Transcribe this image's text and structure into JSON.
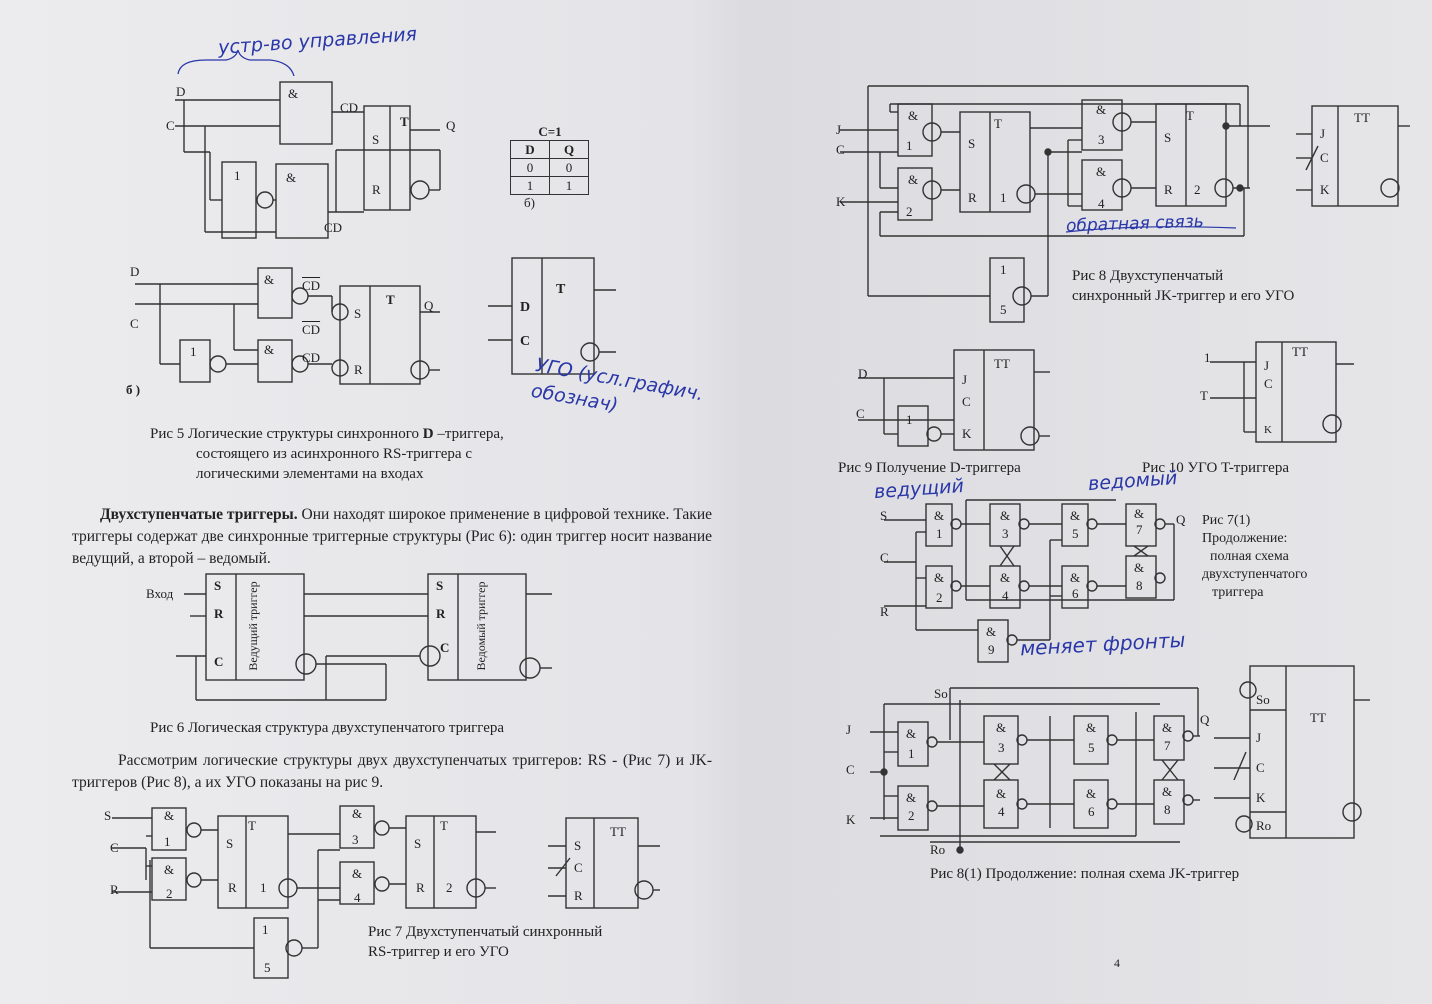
{
  "left": {
    "fig5a": {
      "labels": {
        "d": "D",
        "c": "C",
        "cd_top": "CD",
        "cd_bot": "CD",
        "s": "S",
        "r": "R",
        "t": "T",
        "q": "Q",
        "and1": "&",
        "and2": "&",
        "not1": "1"
      }
    },
    "truth_table": {
      "title": "C=1",
      "headers": [
        "D",
        "Q"
      ],
      "rows": [
        [
          "0",
          "0"
        ],
        [
          "1",
          "1"
        ]
      ],
      "sublabel": "б)"
    },
    "fig5b": {
      "labels": {
        "d": "D",
        "c": "C",
        "cd_top": "CD",
        "cd_mid": "CD",
        "cd_bot": "CD",
        "s": "S",
        "r": "R",
        "t": "T",
        "q": "Q",
        "and1": "&",
        "and2": "&",
        "not1": "1",
        "sublabel": "б )"
      }
    },
    "ugo_d": {
      "d": "D",
      "c": "C",
      "t": "T"
    },
    "hand_top": "устр-во управления",
    "hand_ugo": "УГО (усл.графич. обознач)",
    "fig5_caption_prefix": "Рис 5 Логические структуры синхронного ",
    "fig5_caption_bold": "D",
    "fig5_caption_rest": " –триггера,",
    "fig5_caption_line2": "состоящего из асинхронного RS-триггера с",
    "fig5_caption_line3": "логическими элементами на входах",
    "para1_bold": "Двухступенчатые триггеры.",
    "para1_rest": " Они находят широкое применение в цифровой технике. Такие триггеры содержат две синхронные триггерные структуры (Рис 6): один триггер носит название ведущий, а второй – ведомый.",
    "fig6": {
      "input": "Вход",
      "s1": "S",
      "r1": "R",
      "c1": "C",
      "master": "Ведущий триггер",
      "s2": "S",
      "r2": "R",
      "c2": "C",
      "slave": "Ведомый триггер"
    },
    "fig6_caption": "Рис 6  Логическая структура двухступенчатого триггера",
    "para2": "Рассмотрим логические структуры двух двухступенчатых триггеров: RS -  (Рис 7) и  JK-триггеров (Рис 8), а их УГО показаны на  рис 9.",
    "fig7": {
      "s": "S",
      "c": "C",
      "r": "R",
      "g1": "1",
      "g2": "2",
      "g3": "3",
      "g4": "4",
      "g5": "5",
      "t1": "T",
      "t2": "T",
      "ss1": "S",
      "rr1": "R",
      "n1": "1",
      "ss2": "S",
      "rr2": "R",
      "n2": "2",
      "amp": "&",
      "not": "1",
      "ugo_tt": "TT",
      "ugo_s": "S",
      "ugo_c": "C",
      "ugo_r": "R"
    },
    "fig7_caption1": "Рис 7 Двухступенчатый  синхронный",
    "fig7_caption2": "RS-триггер и его УГО"
  },
  "right": {
    "fig8": {
      "j": "J",
      "c": "C",
      "k": "K",
      "t1": "T",
      "t2": "T",
      "s1": "S",
      "r1": "R",
      "n1": "1",
      "s2": "S",
      "r2": "R",
      "n2": "2",
      "g1": "1",
      "g2": "2",
      "g3": "3",
      "g4": "4",
      "g5": "5",
      "amp": "&",
      "not": "1",
      "ugo_tt": "TT",
      "ugo_j": "J",
      "ugo_c": "C",
      "ugo_k": "K"
    },
    "hand_fb": "обратная связь",
    "fig8_caption1": "Рис 8 Двухступенчатый",
    "fig8_caption2": "синхронный JK-триггер и его УГО",
    "fig9": {
      "d": "D",
      "c": "C",
      "j": "J",
      "cc": "C",
      "k": "K",
      "tt": "TT",
      "not": "1"
    },
    "fig9_caption": "Рис 9  Получение D-триггера",
    "fig10": {
      "one": "1",
      "t": "T",
      "j": "J",
      "c": "C",
      "k": "K",
      "tt": "TT"
    },
    "fig10_caption": "Рис 10  УГО T-триггера",
    "hand_master": "ведущий",
    "hand_slave": "ведомый",
    "fig71": {
      "s": "S",
      "c": "C",
      "r": "R",
      "q": "Q",
      "gates": [
        "1",
        "2",
        "3",
        "4",
        "5",
        "6",
        "7",
        "8",
        "9"
      ],
      "amp": "&"
    },
    "hand_front": "меняет фронты",
    "fig71_caption": [
      "Рис  7(1)",
      "Продолжение:",
      "полная схема",
      "двухступенчатого",
      "триггера"
    ],
    "fig81": {
      "so": "So",
      "ro": "Ro",
      "j": "J",
      "c": "C",
      "k": "K",
      "q": "Q",
      "gates": [
        "1",
        "2",
        "3",
        "4",
        "5",
        "6",
        "7",
        "8"
      ],
      "amp": "&",
      "ugo_so": "So",
      "ugo_j": "J",
      "ugo_c": "C",
      "ugo_k": "K",
      "ugo_ro": "Ro",
      "ugo_tt": "TT"
    },
    "fig81_caption": "Рис  8(1) Продолжение: полная схема JK-триггер",
    "page_number": "4"
  }
}
